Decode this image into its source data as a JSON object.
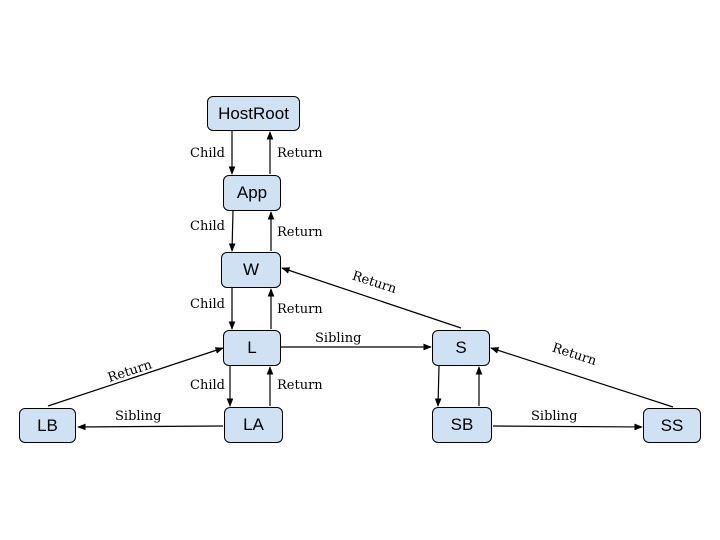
{
  "colors": {
    "node_fill": "#cfe2f3",
    "node_border": "#000000",
    "edge": "#000000"
  },
  "nodes": {
    "hostroot": "HostRoot",
    "app": "App",
    "w": "W",
    "l": "L",
    "s": "S",
    "lb": "LB",
    "la": "LA",
    "sb": "SB",
    "ss": "SS"
  },
  "edges": {
    "child": "Child",
    "return": "Return",
    "sibling": "Sibling"
  }
}
